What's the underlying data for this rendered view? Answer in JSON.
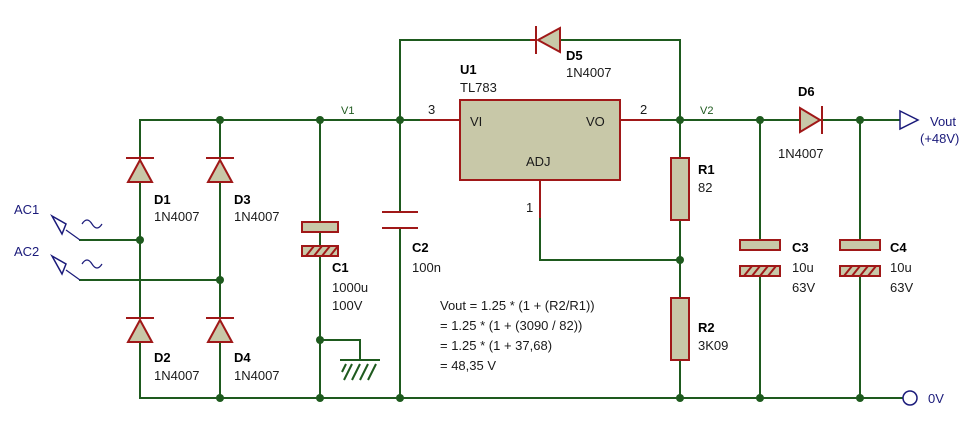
{
  "ports": {
    "ac1": "AC1",
    "ac2": "AC2",
    "vout": "Vout",
    "vout_sub": "(+48V)",
    "gnd": "0V"
  },
  "nets": {
    "v1": "V1",
    "v2": "V2"
  },
  "u1": {
    "ref": "U1",
    "value": "TL783",
    "pin_vi": "VI",
    "pin_vo": "VO",
    "pin_adj": "ADJ",
    "pin_num_vi": "3",
    "pin_num_vo": "2",
    "pin_num_adj": "1"
  },
  "diodes": {
    "d1": {
      "ref": "D1",
      "value": "1N4007"
    },
    "d2": {
      "ref": "D2",
      "value": "1N4007"
    },
    "d3": {
      "ref": "D3",
      "value": "1N4007"
    },
    "d4": {
      "ref": "D4",
      "value": "1N4007"
    },
    "d5": {
      "ref": "D5",
      "value": "1N4007"
    },
    "d6": {
      "ref": "D6",
      "value": "1N4007"
    }
  },
  "capacitors": {
    "c1": {
      "ref": "C1",
      "value": "1000u",
      "voltage": "100V"
    },
    "c2": {
      "ref": "C2",
      "value": "100n"
    },
    "c3": {
      "ref": "C3",
      "value": "10u",
      "voltage": "63V"
    },
    "c4": {
      "ref": "C4",
      "value": "10u",
      "voltage": "63V"
    }
  },
  "resistors": {
    "r1": {
      "ref": "R1",
      "value": "82"
    },
    "r2": {
      "ref": "R2",
      "value": "3K09"
    }
  },
  "formula": {
    "line1": "Vout = 1.25 * (1 + (R2/R1))",
    "line2": "= 1.25 * (1 + (3090 / 82))",
    "line3": "= 1.25 * (1 + 37,68)",
    "line4": "= 48,35 V"
  }
}
